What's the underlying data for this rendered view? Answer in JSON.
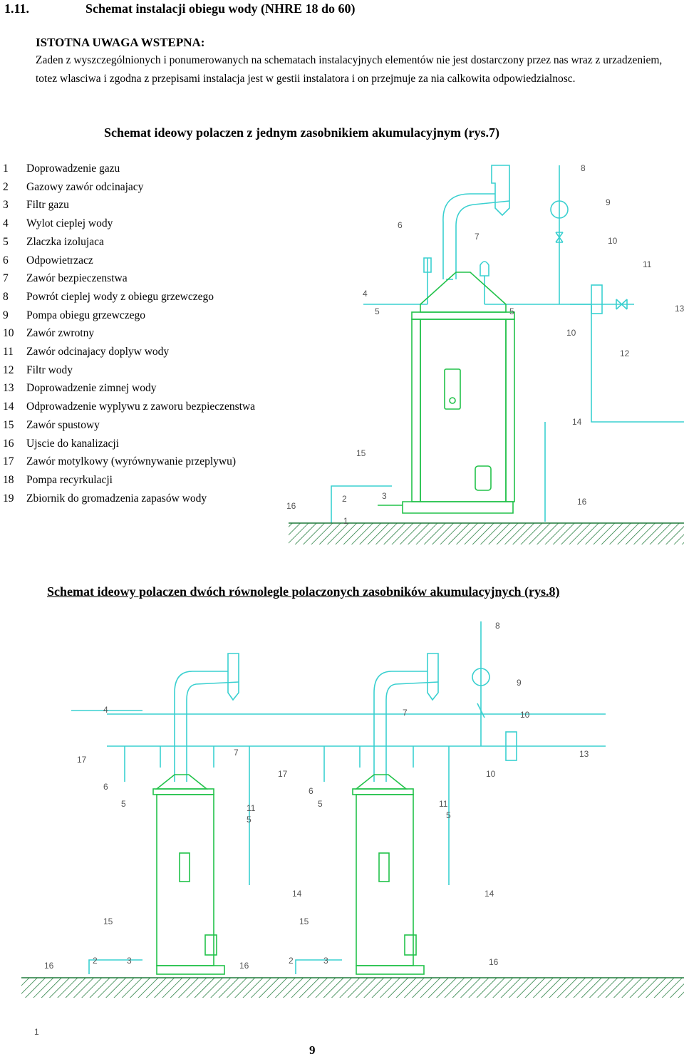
{
  "section": {
    "number": "1.11.",
    "title": "Schemat instalacji obiegu wody (NHRE 18 do 60)"
  },
  "note": {
    "title": "ISTOTNA UWAGA WSTEPNA:",
    "body": "Zaden z wyszczególnionych i ponumerowanych na schematach instalacyjnych elementów nie jest dostarczony przez nas wraz z urzadzeniem, totez wlasciwa i zgodna z przepisami instalacja jest w gestii instalatora i on przejmuje za nia calkowita odpowiedzialnosc."
  },
  "figure7": {
    "title": "Schemat ideowy polaczen z jednym zasobnikiem akumulacyjnym (rys.7)"
  },
  "figure8": {
    "title": "Schemat ideowy polaczen dwóch równolegle polaczonych zasobników akumulacyjnych (rys.8)"
  },
  "legend": [
    {
      "num": "1",
      "text": "Doprowadzenie gazu"
    },
    {
      "num": "2",
      "text": "Gazowy zawór odcinajacy"
    },
    {
      "num": "3",
      "text": "Filtr gazu"
    },
    {
      "num": "4",
      "text": "Wylot cieplej wody"
    },
    {
      "num": "5",
      "text": "Zlaczka izolujaca"
    },
    {
      "num": "6",
      "text": "Odpowietrzacz"
    },
    {
      "num": "7",
      "text": "Zawór bezpieczenstwa"
    },
    {
      "num": "8",
      "text": "Powrót cieplej wody z obiegu grzewczego"
    },
    {
      "num": "9",
      "text": "Pompa obiegu grzewczego"
    },
    {
      "num": "10",
      "text": "Zawór zwrotny"
    },
    {
      "num": "11",
      "text": "Zawór odcinajacy doplyw wody"
    },
    {
      "num": "12",
      "text": "Filtr wody"
    },
    {
      "num": "13",
      "text": "Doprowadzenie zimnej wody"
    },
    {
      "num": "14",
      "text": "Odprowadzenie wyplywu z zaworu bezpieczenstwa"
    },
    {
      "num": "15",
      "text": "Zawór spustowy"
    },
    {
      "num": "16",
      "text": "Ujscie do kanalizacji"
    },
    {
      "num": "17",
      "text": "Zawór motylkowy (wyrównywanie przeplywu)"
    },
    {
      "num": "18",
      "text": "Pompa recyrkulacji"
    },
    {
      "num": "19",
      "text": "Zbiornik do gromadzenia zapasów wody"
    }
  ],
  "diagram_colors": {
    "pipe": "#3ad0d0",
    "heater": "#22c24a",
    "ground": "#1f7a3a",
    "label": "#555555"
  },
  "fig7_callouts": [
    "8",
    "9",
    "6",
    "7",
    "10",
    "11",
    "4",
    "5",
    "5",
    "13",
    "10",
    "12",
    "14",
    "15",
    "2",
    "3",
    "16",
    "1",
    "16"
  ],
  "fig8_callouts": [
    "8",
    "9",
    "4",
    "7",
    "7",
    "10",
    "17",
    "13",
    "17",
    "10",
    "6",
    "5",
    "11",
    "5",
    "6",
    "5",
    "11",
    "5",
    "14",
    "14",
    "15",
    "15",
    "16",
    "2",
    "3",
    "16",
    "2",
    "3",
    "16",
    "1"
  ],
  "page_number": "9"
}
